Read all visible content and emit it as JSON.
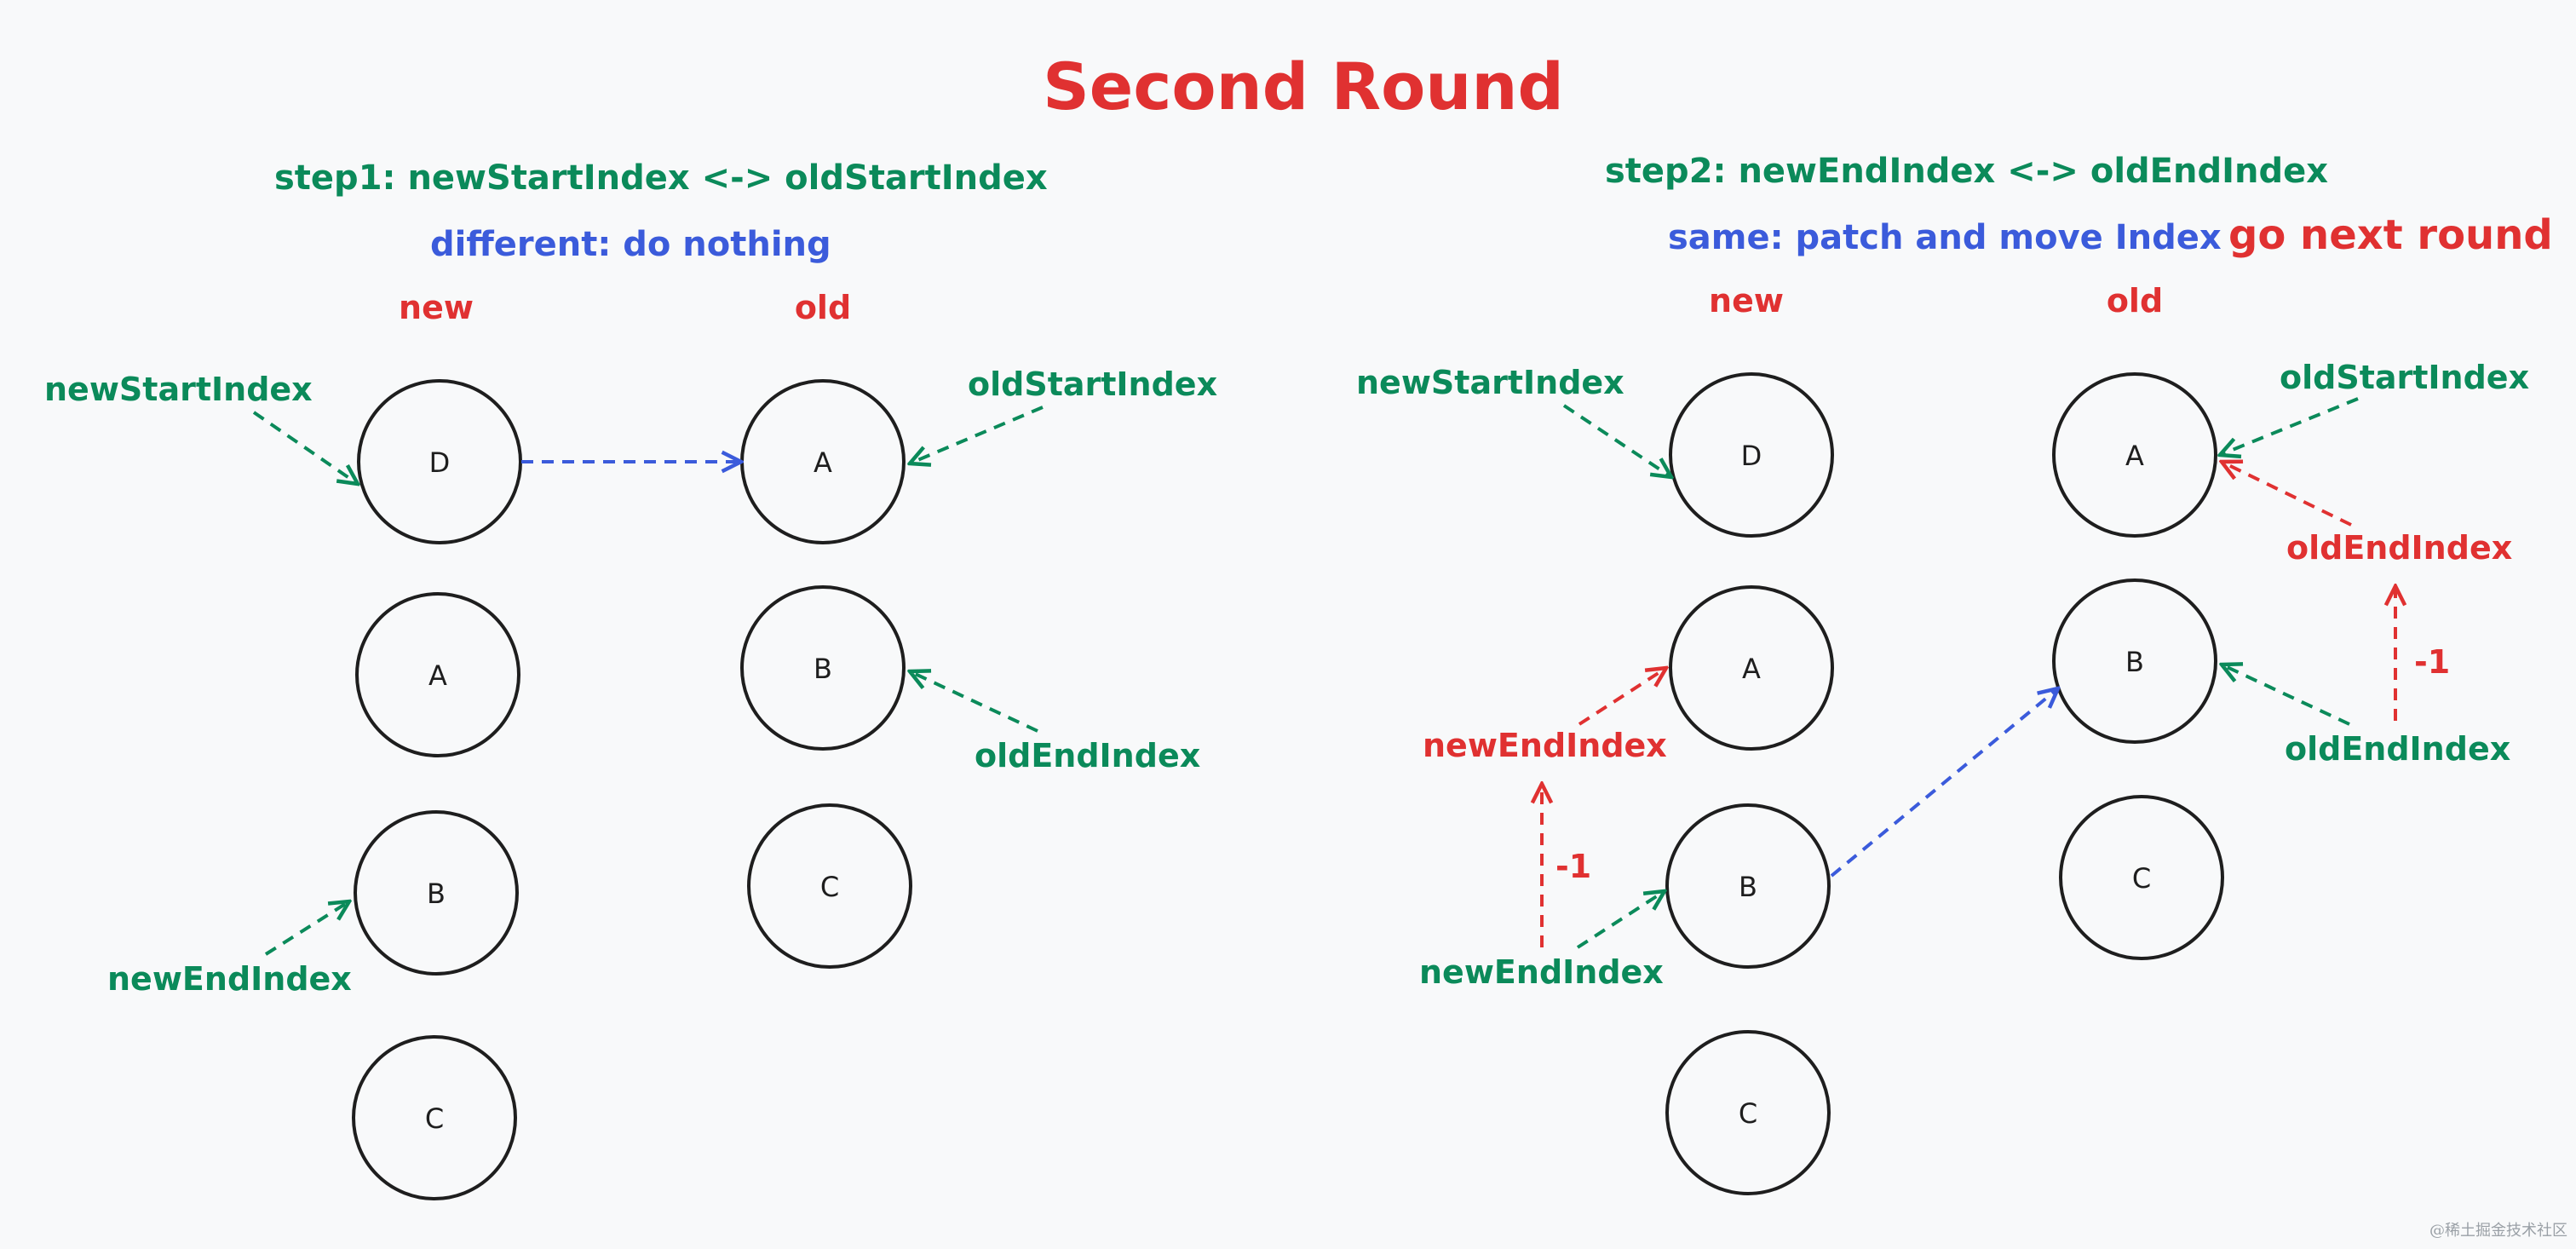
{
  "colors": {
    "background": "#f8f9fa",
    "green": "#0b8a5a",
    "red": "#e03131",
    "blue": "#3b5bdb",
    "node_stroke": "#1e1e1e",
    "node_text": "#1e1e1e",
    "watermark": "#9aa0a6"
  },
  "title": "Second Round",
  "left": {
    "step": "step1:  newStartIndex <-> oldStartIndex",
    "result": "different: do nothing",
    "col_new": "new",
    "col_old": "old",
    "new_nodes": [
      "D",
      "A",
      "B",
      "C"
    ],
    "old_nodes": [
      "A",
      "B",
      "C"
    ],
    "labels": {
      "new_start": "newStartIndex",
      "new_end": "newEndIndex",
      "old_start": "oldStartIndex",
      "old_end": "oldEndIndex"
    }
  },
  "right": {
    "step": "step2:  newEndIndex <-> oldEndIndex",
    "result": "same: patch and move Index",
    "next": "go next round",
    "col_new": "new",
    "col_old": "old",
    "new_nodes": [
      "D",
      "A",
      "B",
      "C"
    ],
    "old_nodes": [
      "A",
      "B",
      "C"
    ],
    "labels": {
      "new_start": "newStartIndex",
      "new_end_updated": "newEndIndex",
      "new_end_current": "newEndIndex",
      "old_start": "oldStartIndex",
      "old_end_updated": "oldEndIndex",
      "old_end_current": "oldEndIndex",
      "minus_new": "-1",
      "minus_old": "-1"
    }
  },
  "watermark": "@稀土掘金技术社区"
}
